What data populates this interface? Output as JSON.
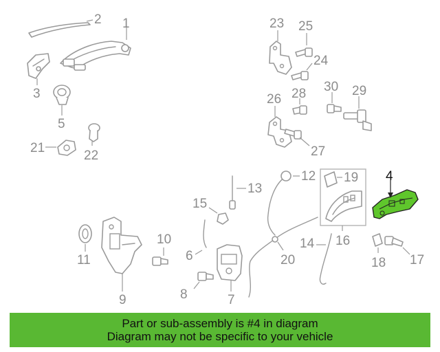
{
  "diagram": {
    "highlight_color": "#5fc62c",
    "callouts": {
      "c1": "1",
      "c2": "2",
      "c3": "3",
      "c4": "4",
      "c5": "5",
      "c6": "6",
      "c7": "7",
      "c8": "8",
      "c9": "9",
      "c10": "10",
      "c11": "11",
      "c12": "12",
      "c13": "13",
      "c14": "14",
      "c15": "15",
      "c16": "16",
      "c17": "17",
      "c18": "18",
      "c19": "19",
      "c20": "20",
      "c21": "21",
      "c22": "22",
      "c23": "23",
      "c24": "24",
      "c25": "25",
      "c26": "26",
      "c27": "27",
      "c28": "28",
      "c29": "29",
      "c30": "30"
    }
  },
  "banner": {
    "background": "#59b833",
    "line1": "Part or sub-assembly is #4 in diagram",
    "line2": "Diagram may not be specific to your vehicle"
  }
}
